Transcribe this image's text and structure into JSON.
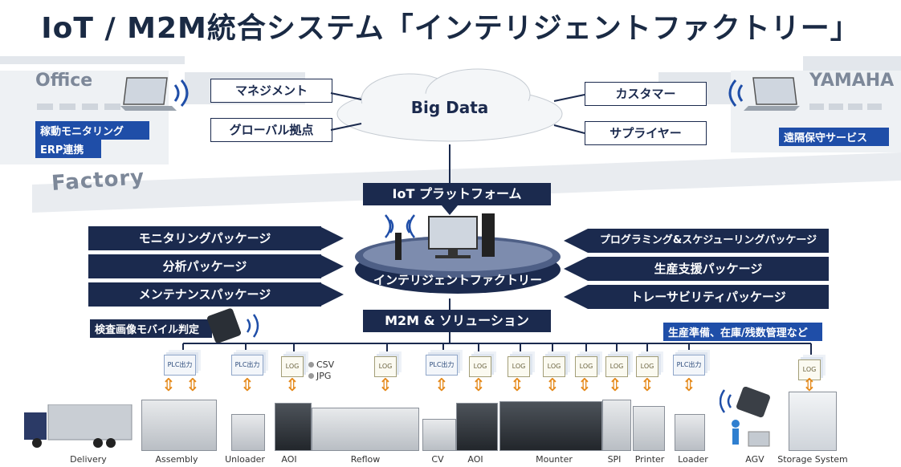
{
  "title": "IoT / M2M統合システム「インテリジェントファクトリー」",
  "office": {
    "label": "Office",
    "tags": [
      "稼動モニタリング",
      "ERP連携"
    ]
  },
  "yamaha": {
    "label": "YAMAHA",
    "tag": "遠隔保守サービス"
  },
  "factory_label": "Factory",
  "cloud": {
    "label": "Big Data",
    "left_boxes": [
      "マネジメント",
      "グローバル拠点"
    ],
    "right_boxes": [
      "カスタマー",
      "サプライヤー"
    ]
  },
  "platform": "IoT プラットフォーム",
  "hub": "インテリジェントファクトリー",
  "m2m": "M2M & ソリューション",
  "left_packages": [
    "モニタリングパッケージ",
    "分析パッケージ",
    "メンテナンスパッケージ"
  ],
  "right_packages": [
    "プログラミング&スケジューリングパッケージ",
    "生産支援パッケージ",
    "トレーサビリティパッケージ"
  ],
  "mobile_tag": "検査画像モバイル判定",
  "prep_tag": "生産準備、在庫/残数管理など",
  "formats": [
    "CSV",
    "JPG"
  ],
  "icons": {
    "plc": "PLC出力",
    "log": "LOG"
  },
  "stations": [
    "Delivery",
    "Assembly",
    "Unloader",
    "AOI",
    "Reflow",
    "CV",
    "AOI",
    "Mounter",
    "SPI",
    "Printer",
    "Loader",
    "AGV",
    "Storage System"
  ],
  "colors": {
    "navy": "#1b2a4e",
    "blue_tag": "#1f4ea8",
    "arrow": "#e58a1c",
    "band_grey": "#d7dde3"
  }
}
